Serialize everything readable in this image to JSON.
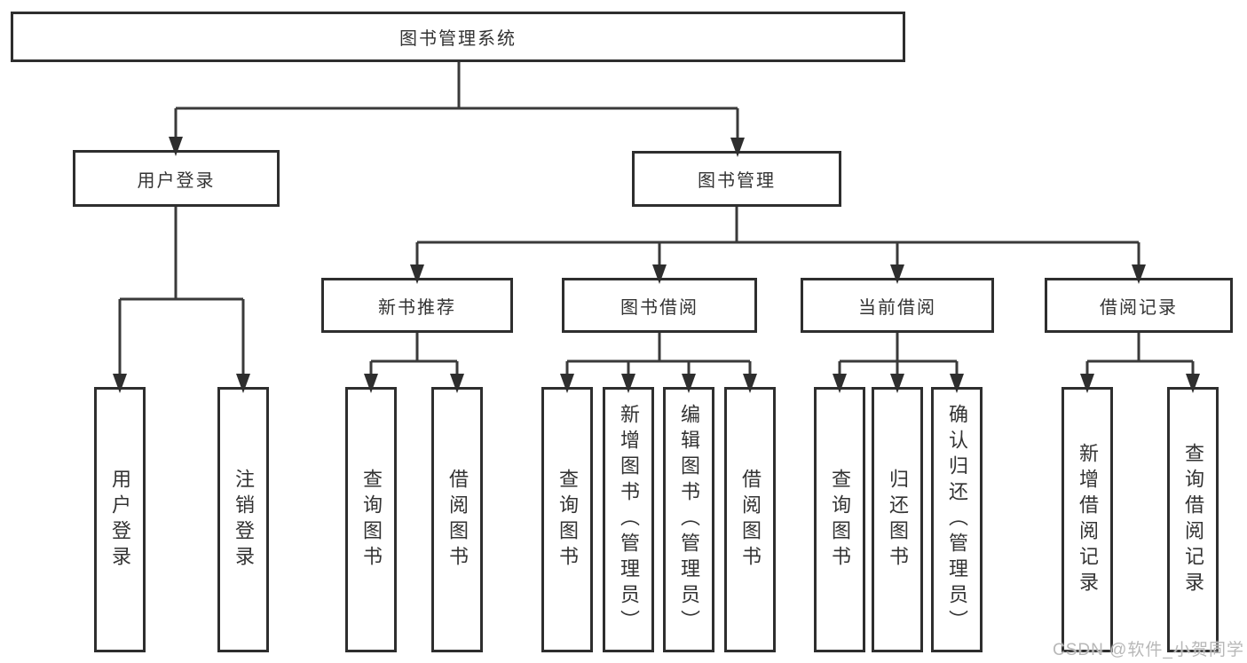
{
  "tree": {
    "root": {
      "label": "图书管理系统"
    },
    "children": [
      {
        "label": "用户登录",
        "children": [
          {
            "label": "用户登录"
          },
          {
            "label": "注销登录"
          }
        ]
      },
      {
        "label": "图书管理",
        "children": [
          {
            "label": "新书推荐",
            "children": [
              {
                "label": "查询图书"
              },
              {
                "label": "借阅图书"
              }
            ]
          },
          {
            "label": "图书借阅",
            "children": [
              {
                "label": "查询图书"
              },
              {
                "label": "新增图书（管理员）"
              },
              {
                "label": "编辑图书（管理员）"
              },
              {
                "label": "借阅图书"
              }
            ]
          },
          {
            "label": "当前借阅",
            "children": [
              {
                "label": "查询图书"
              },
              {
                "label": "归还图书"
              },
              {
                "label": "确认归还（管理员）"
              }
            ]
          },
          {
            "label": "借阅记录",
            "children": [
              {
                "label": "新增借阅记录"
              },
              {
                "label": "查询借阅记录"
              }
            ]
          }
        ]
      }
    ]
  },
  "watermark": "CSDN @软件_小贺同学",
  "colors": {
    "box_border": "#2e2e2e",
    "connector_line": "#3a3a3a",
    "arrowhead": "#2e2e2e",
    "text": "#333333",
    "watermark_text": "#b8b8b8",
    "background": "#ffffff"
  }
}
